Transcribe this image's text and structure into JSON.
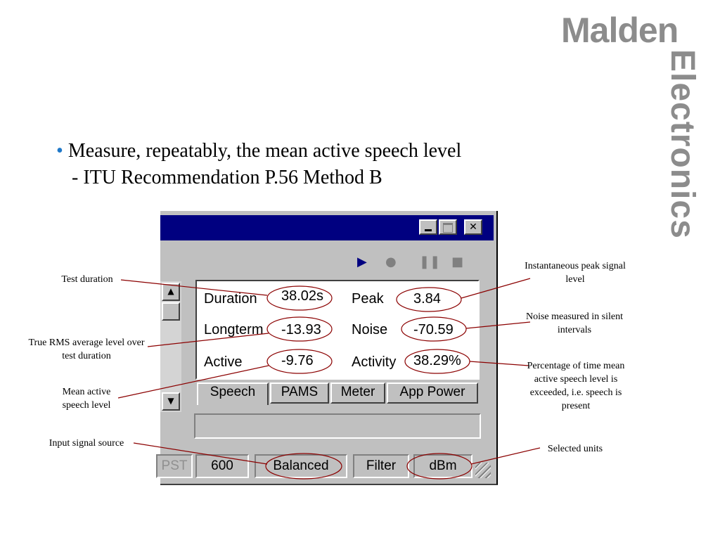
{
  "brand": {
    "line1": "Malden",
    "line2": "Electronics"
  },
  "bullet": {
    "dot": "•",
    "line1": "Measure, repeatably, the mean active speech level",
    "line2": "- ITU Recommendation P.56 Method B"
  },
  "window": {
    "controls": {
      "play": "▶",
      "record": "●",
      "pause": "❚❚",
      "stop": "■"
    },
    "scroll": {
      "up": "▲",
      "down": "▼"
    },
    "readings": {
      "duration_label": "Duration",
      "duration_value": "38.02s",
      "peak_label": "Peak",
      "peak_value": "3.84",
      "longterm_label": "Longterm",
      "longterm_value": "-13.93",
      "noise_label": "Noise",
      "noise_value": "-70.59",
      "active_label": "Active",
      "active_value": "-9.76",
      "activity_label": "Activity",
      "activity_value": "38.29%"
    },
    "tabs": [
      "Speech",
      "PAMS",
      "Meter",
      "App Power"
    ],
    "statusbar": [
      "PST",
      "600",
      "Balanced",
      "Filter",
      "dBm"
    ]
  },
  "annotations": {
    "test_duration": "Test duration",
    "true_rms": "True RMS average level over test duration",
    "mean_active": "Mean active speech level",
    "input_source": "Input signal source",
    "peak": "Instantaneous peak signal level",
    "noise": "Noise measured in silent intervals",
    "activity": "Percentage of time mean active speech level is exceeded, i.e. speech is present",
    "units": "Selected units"
  },
  "colors": {
    "title_bar": "#000080",
    "ellipse": "#8b0000",
    "brand": "#8c8c8c",
    "bullet_dot": "#1f78c8"
  }
}
